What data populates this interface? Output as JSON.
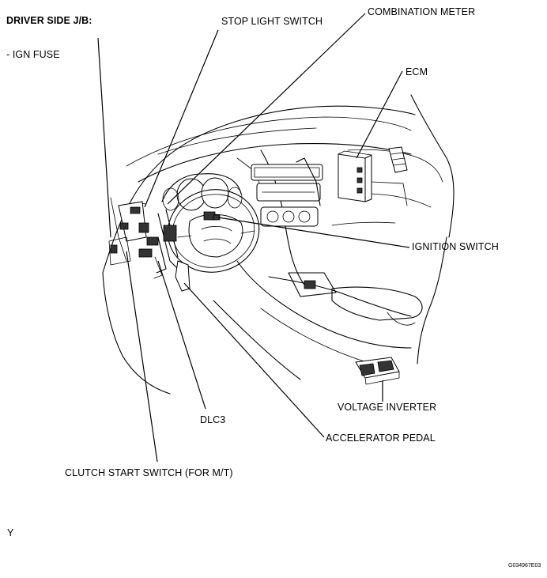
{
  "labels": {
    "driver_side_jb": "DRIVER SIDE J/B:",
    "ign_fuse": "- IGN FUSE",
    "stop_light_switch": "STOP LIGHT SWITCH",
    "combination_meter": "COMBINATION METER",
    "ecm": "ECM",
    "ignition_switch": "IGNITION SWITCH",
    "voltage_inverter": "VOLTAGE INVERTER",
    "dlc3": "DLC3",
    "accelerator_pedal": "ACCELERATOR PEDAL",
    "clutch_start_switch": "CLUTCH START SWITCH (FOR M/T)",
    "corner_mark": "Y",
    "figure_code": "G034967E03"
  }
}
